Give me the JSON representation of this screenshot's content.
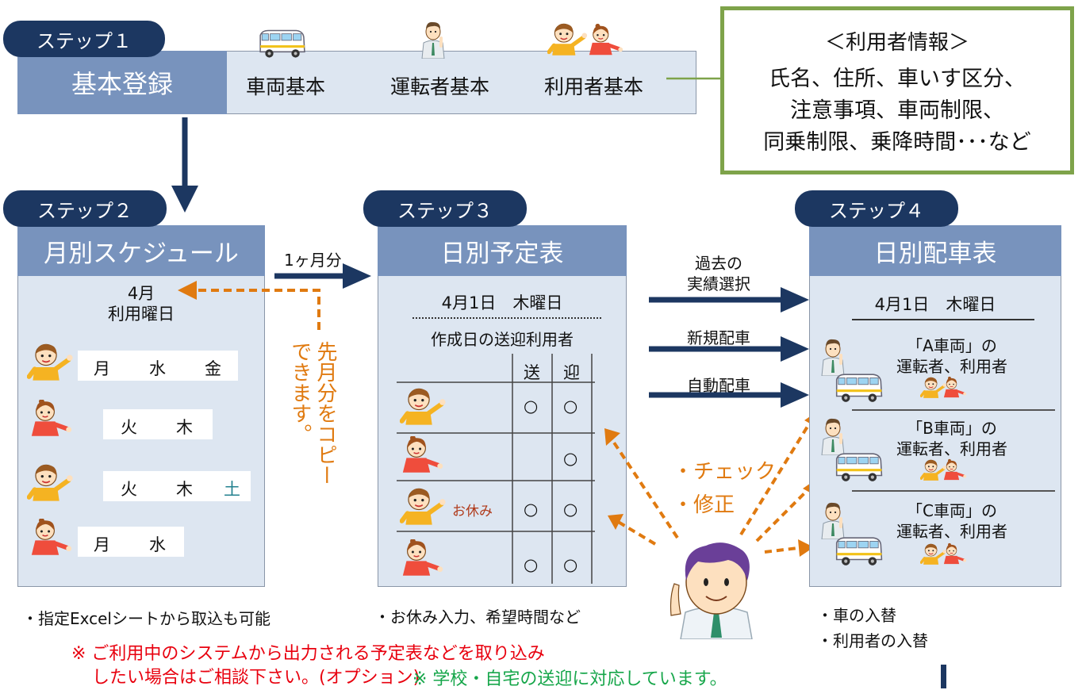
{
  "step1": {
    "pill": "ステップ１",
    "title": "基本登録",
    "items": [
      "車両基本",
      "運転者基本",
      "利用者基本"
    ]
  },
  "info_box": {
    "title": "＜利用者情報＞",
    "lines": [
      "氏名、住所、車いす区分、",
      "注意事項、車両制限、",
      "同乗制限、乗降時間･･･など"
    ]
  },
  "step2": {
    "pill": "ステップ２",
    "title": "月別スケジュール",
    "month": "4月",
    "subtitle": "利用曜日",
    "rows": [
      {
        "days": [
          "月",
          "水",
          "金"
        ]
      },
      {
        "days": [
          "火",
          "木"
        ]
      },
      {
        "days": [
          "火",
          "木",
          "土"
        ]
      },
      {
        "days": [
          "月",
          "水"
        ]
      }
    ],
    "note": "・指定Excelシートから取込も可能"
  },
  "copy_label": [
    "先月分をコピー",
    "できます。"
  ],
  "arrow_monthly": "1ヶ月分",
  "step3": {
    "pill": "ステップ３",
    "title": "日別予定表",
    "date": "4月1日　木曜日",
    "subtitle": "作成日の送迎利用者",
    "col_send": "送",
    "col_pick": "迎",
    "rows": [
      {
        "absence": "",
        "send": "○",
        "pick": "○"
      },
      {
        "absence": "",
        "send": "",
        "pick": "○"
      },
      {
        "absence": "お休み",
        "send": "○",
        "pick": "○"
      },
      {
        "absence": "",
        "send": "○",
        "pick": "○"
      }
    ],
    "note": "・お休み入力、希望時間など"
  },
  "arrows_to_step4": [
    {
      "label_1": "過去の",
      "label_2": "実績選択"
    },
    {
      "label_1": "新規配車",
      "label_2": ""
    },
    {
      "label_1": "自動配車",
      "label_2": ""
    }
  ],
  "check_label": [
    "・チェック",
    "・修正"
  ],
  "step4": {
    "pill": "ステップ４",
    "title": "日別配車表",
    "date": "4月1日　木曜日",
    "vehicles": [
      {
        "name": "「A車両」の",
        "desc": "運転者、利用者"
      },
      {
        "name": "「B車両」の",
        "desc": "運転者、利用者"
      },
      {
        "name": "「C車両」の",
        "desc": "運転者、利用者"
      }
    ],
    "notes": [
      "・車の入替",
      "・利用者の入替"
    ]
  },
  "footer": {
    "note_red_1": "※ ご利用中のシステムから出力される予定表などを取り込み",
    "note_red_2": "したい場合はご相談下さい。(オプション)",
    "note_green": "※ 学校・自宅の送迎に対応しています。"
  },
  "colors": {
    "navy": "#1c3761",
    "header_blue": "#7893bd",
    "panel_bg": "#dde6f1",
    "green_border": "#7ea34a",
    "orange": "#e07a10",
    "red": "#e8000e",
    "green_text": "#16a64a",
    "saturday_teal": "#23818f"
  },
  "icons": [
    "van-icon",
    "driver-icon",
    "children-icon",
    "boy-icon",
    "girl-icon",
    "man-pointing-icon"
  ]
}
